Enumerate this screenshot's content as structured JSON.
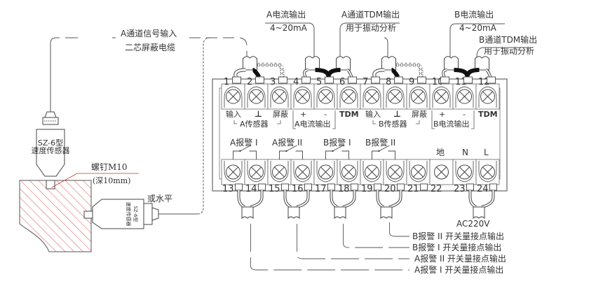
{
  "diagram": {
    "title_labels": {
      "a_signal_input": "A通道信号输入",
      "two_core_cable": "二芯屏蔽电缆",
      "a_current_output": "A电流输出",
      "a_current_range": "4~20mA",
      "a_tdm_output": "A通道TDM输出",
      "a_tdm_purpose": "用于振动分析",
      "b_current_output": "B电流输出",
      "b_current_range": "4~20mA",
      "b_tdm_output": "B通道TDM输出",
      "b_tdm_purpose": "用于振动分析"
    },
    "sensor": {
      "model_line1": "SZ-6型",
      "model_line2": "速度传感器",
      "screw": "螺钉M10",
      "depth": "(深10mm)",
      "horizontal": "或水平",
      "hatch_color": "#d9534f"
    },
    "top_terminals": [
      "1",
      "2",
      "3",
      "4",
      "5",
      "6",
      "7",
      "8",
      "9",
      "10",
      "11",
      "12"
    ],
    "top_terminal_labels": {
      "input_a": "输入",
      "ground_a": "⊥",
      "shield_a": "屏蔽",
      "plus_a": "+",
      "minus_a": "-",
      "tdm_a": "TDM",
      "input_b": "输入",
      "ground_b": "⊥",
      "shield_b": "屏蔽",
      "plus_b": "+",
      "minus_b": "-",
      "tdm_b": "TDM",
      "a_sensor": "A传感器",
      "a_current": "A电流输出",
      "b_sensor": "B传感器",
      "b_current": "B电流输出"
    },
    "bottom_terminals": [
      "13",
      "14",
      "15",
      "16",
      "17",
      "18",
      "19",
      "20",
      "21",
      "22",
      "23",
      "24"
    ],
    "bottom_terminal_labels": {
      "a_alarm_1": "A报警 I",
      "a_alarm_2": "A报警 II",
      "b_alarm_1": "B报警 I",
      "b_alarm_2": "B报警 II",
      "earth": "地",
      "neutral": "N",
      "live": "L"
    },
    "power": "AC220V",
    "output_lines": [
      "B报警 II 开关量接点输出",
      "B报警 I 开关量接点输出",
      "A报警 II 开关量接点输出",
      "A报警 I 开关量接点输出"
    ]
  }
}
